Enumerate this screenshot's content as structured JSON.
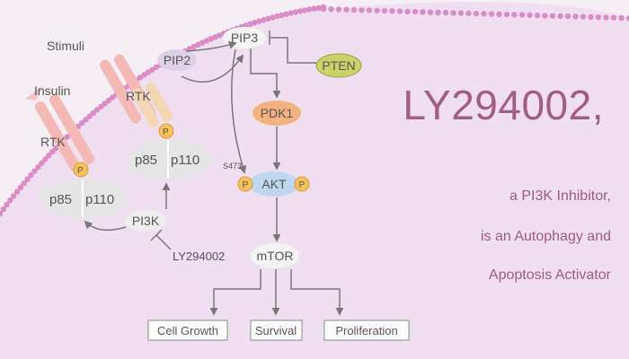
{
  "diagram": {
    "molecules": {
      "pip3": "PIP3",
      "pip2": "PIP2",
      "pten": "PTEN",
      "pdk1": "PDK1",
      "akt": "AKT",
      "mtor": "mTOR",
      "pi3k": "PI3K",
      "inhibitor": "LY294002",
      "s473": "S473",
      "p": "P"
    },
    "receptors": {
      "insulin_label": "Insulin",
      "stimuli_label": "Stimuli",
      "rtk_label": "RTK",
      "p85": "p85",
      "p110": "p110"
    },
    "outcomes": {
      "cell_growth": "Cell Growth",
      "survival": "Survival",
      "proliferation": "Proliferation"
    }
  },
  "headline": {
    "title": "LY294002,",
    "line1": "a PI3K Inhibitor,",
    "line2": "is an Autophagy and",
    "line3": "Apoptosis Activator"
  },
  "colors": {
    "background": "#f6eef5",
    "cell": "#f0dff0",
    "membrane_dots": "#d98cc6",
    "accent_text": "#a35c85",
    "pten": "#c9d36a",
    "pdk1": "#f3b27f",
    "akt": "#bcd7ef",
    "phospho": "#f5c15a",
    "node": "#eeeeee",
    "receptor_pink": "#f4b9b5",
    "receptor_tan": "#f3d6b4"
  }
}
